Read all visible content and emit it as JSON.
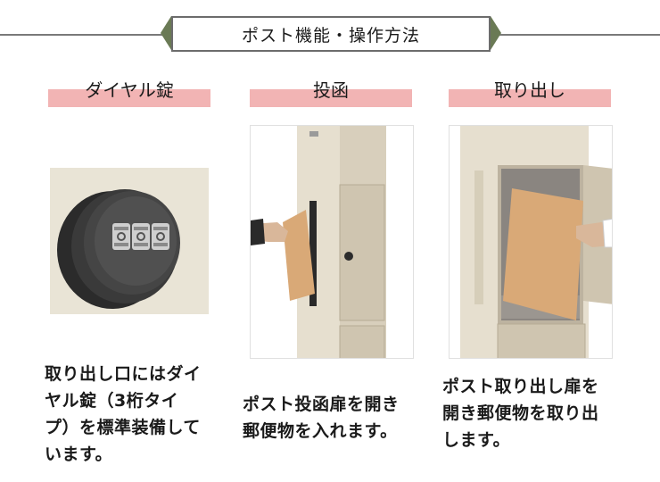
{
  "header": {
    "title": "ポスト機能・操作方法"
  },
  "sections": [
    {
      "label": "ダイヤル錠",
      "description": "取り出し口にはダイ\nヤル錠（3桁タイ\nプ）を標準装備して\nいます。",
      "photo": "dial-lock-photo"
    },
    {
      "label": "投函",
      "description": "ポスト投函扉を開き\n郵便物を入れます。",
      "photo": "posting-photo"
    },
    {
      "label": "取り出し",
      "description": "ポスト取り出し扉を\n開き郵便物を取り出\nします。",
      "photo": "retrieval-photo"
    }
  ],
  "colors": {
    "label_highlight": "#f2b4b4",
    "title_border": "#6c6c6c",
    "post_body": "#e6dfcf",
    "envelope": "#d9a977"
  }
}
